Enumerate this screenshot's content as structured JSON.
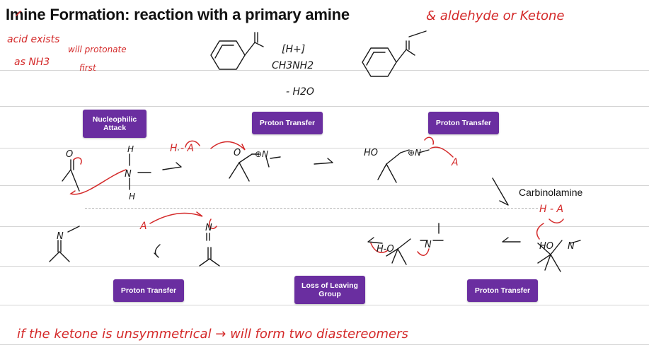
{
  "title": "Imine Formation: reaction with a primary amine",
  "badges": {
    "nucleophilic_attack": "Nucleophilic Attack",
    "proton_transfer_1": "Proton Transfer",
    "proton_transfer_2": "Proton Transfer",
    "proton_transfer_3": "Proton Transfer",
    "loss_of_leaving_group": "Loss of Leaving Group",
    "proton_transfer_4": "Proton Transfer"
  },
  "carbinolamine_label": "Carbinolamine",
  "handwritten": {
    "top_right_note": "& aldehyde or Ketone",
    "acid_note_line1": "acid exists",
    "acid_note_line2": "as NH3",
    "acid_note_line3": "will protonate",
    "acid_note_line4": "first",
    "conditions_1": "[H+]",
    "conditions_2": "CH3NH2",
    "conditions_3": "- H2O",
    "bottom_note": "if the ketone is unsymmetrical → will form two diastereomers"
  },
  "colors": {
    "badge_bg": "#6a2ea0",
    "ink": "#1a1a1a",
    "red_ink": "#d42a2a"
  }
}
